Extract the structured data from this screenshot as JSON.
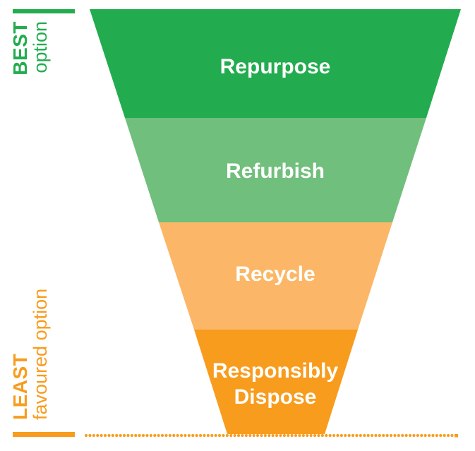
{
  "theme": {
    "green": "#22AC4F",
    "orange": "#F89C1E"
  },
  "diagram": {
    "type": "inverted-funnel",
    "stages": [
      {
        "label": "Repurpose",
        "color": "#22AC4F"
      },
      {
        "label": "Refurbish",
        "color": "#70BF7C"
      },
      {
        "label": "Recycle",
        "color": "#FBB767"
      },
      {
        "label": "Responsibly Dispose",
        "lines": [
          "Responsibly",
          "Dispose"
        ],
        "color": "#F89C1E"
      }
    ],
    "scale": {
      "best": {
        "title": "BEST",
        "subtitle": "option"
      },
      "least": {
        "title": "LEAST",
        "subtitle": "favoured option"
      }
    }
  }
}
